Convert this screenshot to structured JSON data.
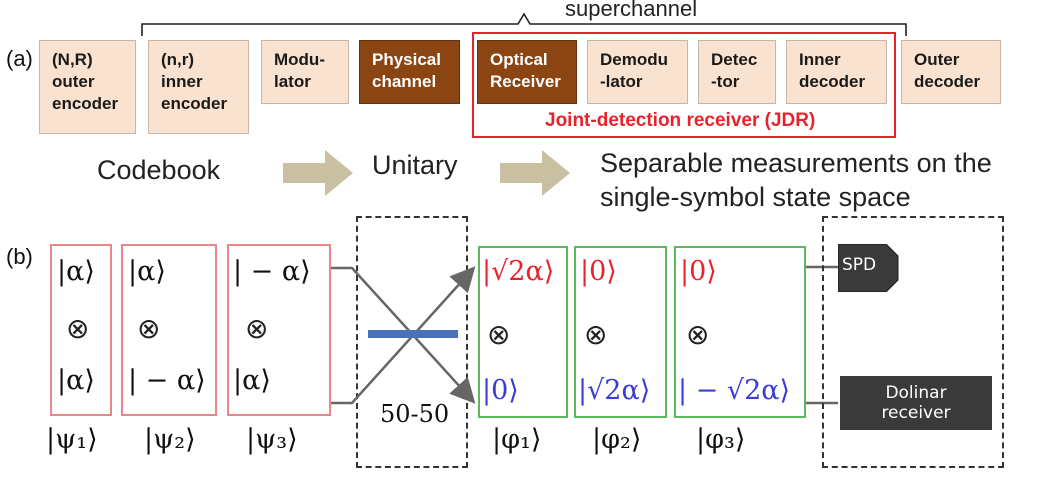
{
  "panel_a": {
    "label": "(a)",
    "superchannel_label": "superchannel",
    "jdr_label": "Joint-detection receiver (JDR)",
    "blocks": [
      {
        "lines": [
          "(N,R)",
          "outer",
          "encoder"
        ],
        "dark": false
      },
      {
        "lines": [
          "(n,r)",
          "inner",
          "encoder"
        ],
        "dark": false
      },
      {
        "lines": [
          "Modu-",
          "lator"
        ],
        "dark": false
      },
      {
        "lines": [
          "Physical",
          "channel"
        ],
        "dark": true
      },
      {
        "lines": [
          "Optical",
          "Receiver"
        ],
        "dark": true
      },
      {
        "lines": [
          "Demodu",
          "-lator"
        ],
        "dark": false
      },
      {
        "lines": [
          "Detec",
          "-tor"
        ],
        "dark": false
      },
      {
        "lines": [
          "Inner",
          "decoder"
        ],
        "dark": false
      },
      {
        "lines": [
          "Outer",
          "decoder"
        ],
        "dark": false
      }
    ]
  },
  "flow": {
    "step1": "Codebook",
    "step2": "Unitary",
    "step3_line1": "Separable measurements on the",
    "step3_line2": "single-symbol state space"
  },
  "panel_b": {
    "label": "(b)",
    "codewords": [
      {
        "top": "|α⟩",
        "bottom": "|α⟩",
        "name": "|ψ₁⟩"
      },
      {
        "top": "|α⟩",
        "bottom": "| − α⟩",
        "name": "|ψ₂⟩"
      },
      {
        "top": "| − α⟩",
        "bottom": "|α⟩",
        "name": "|ψ₃⟩"
      }
    ],
    "tensor_symbol": "⊗",
    "beamsplitter_label": "50-50",
    "outputs": [
      {
        "top": "|√2α⟩",
        "bottom": "|0⟩",
        "name": "|φ₁⟩"
      },
      {
        "top": "|0⟩",
        "bottom": "|√2α⟩",
        "name": "|φ₂⟩"
      },
      {
        "top": "|0⟩",
        "bottom": "| − √2α⟩",
        "name": "|φ₃⟩"
      }
    ],
    "detectors": {
      "spd": "SPD",
      "dolinar_line1": "Dolinar",
      "dolinar_line2": "receiver"
    }
  },
  "colors": {
    "block_light": "#f9e3d0",
    "block_dark": "#8b4513",
    "jdr_red": "#e8232b",
    "codeword_box": "#e8868a",
    "output_box": "#5cb85c",
    "beamsplitter": "#4a72b8",
    "flow_arrow": "#c8c0a0",
    "ket_blue": "#3b3bd6"
  }
}
